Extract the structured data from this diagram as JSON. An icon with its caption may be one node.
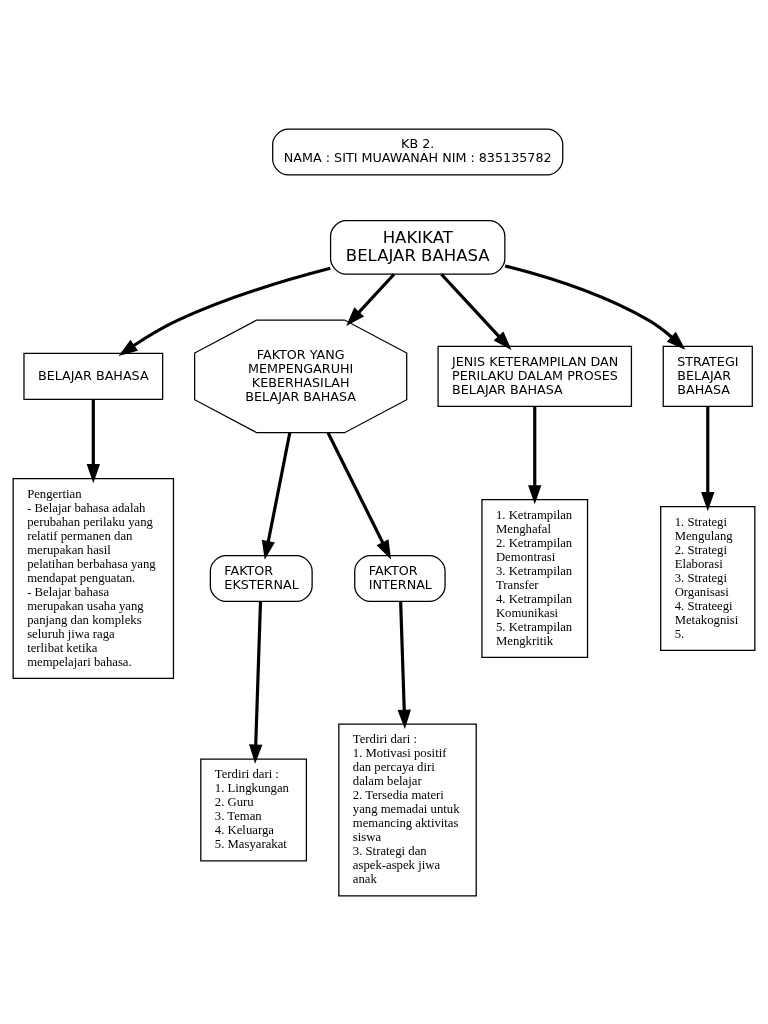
{
  "diagram": {
    "nodes": [
      {
        "text": [
          "KB 2.",
          "NAMA : SITI MUAWANAH NIM : 835135782"
        ]
      },
      {
        "text": [
          "HAKIKAT",
          "BELAJAR BAHASA"
        ]
      },
      {
        "text": [
          "BELAJAR BAHASA"
        ]
      },
      {
        "text": [
          "FAKTOR YANG MEMPENGARUHI KEBERHASILAH BELAJAR BAHASA"
        ]
      },
      {
        "text": [
          "JENIS KETERAMPILAN DAN PERILAKU DALAM PROSES BELAJAR BAHASA"
        ]
      },
      {
        "text": [
          "STRATEGI BELAJAR BAHASA"
        ]
      },
      {
        "text": [
          "Pengertian",
          "- Belajar bahasa adalah perubahan perilaku yang relatif permanen dan merupakan hasil pelatihan berbahasa yang mendapat penguatan.",
          "- Belajar bahasa merupakan usaha yang panjang dan kompleks seluruh jiwa raga terlibat ketika mempelajari bahasa."
        ]
      },
      {
        "text": [
          "FAKTOR EKSTERNAL"
        ]
      },
      {
        "text": [
          "FAKTOR INTERNAL"
        ]
      },
      {
        "text": [
          "Terdiri dari :",
          "1. Lingkungan",
          "2. Guru",
          "3. Teman",
          "4. Keluarga",
          "5. Masyarakat"
        ]
      },
      {
        "text": [
          "Terdiri dari :",
          "1. Motivasi positif dan percaya diri dalam belajar",
          "2. Tersedia materi yang memadai untuk memancing aktivitas siswa",
          "3. Strategi dan aspek-aspek jiwa anak"
        ]
      },
      {
        "text": [
          "1. Ketrampilan Menghafal",
          "2. Ketrampilan Demontrasi",
          "3. Ketrampilan Transfer",
          "4. Ketrampilan Komunikasi",
          "5. Ketrampilan Mengkritik"
        ]
      },
      {
        "text": [
          "1. Strategi Mengulang",
          "2. Strategi Elaborasi",
          "3. Strategi Organisasi",
          "4. Strateegi Metakognisi",
          "5."
        ]
      }
    ],
    "edges": [
      {
        "from": 1,
        "to": 2,
        "arrow": "to"
      },
      {
        "from": 1,
        "to": 3,
        "arrow": "to"
      },
      {
        "from": 1,
        "to": 4,
        "arrow": "to"
      },
      {
        "from": 1,
        "to": 5,
        "arrow": "to"
      },
      {
        "from": 2,
        "to": 6,
        "arrow": "to"
      },
      {
        "from": 3,
        "to": 7,
        "arrow": "to"
      },
      {
        "from": 3,
        "to": 8,
        "arrow": "to"
      },
      {
        "from": 7,
        "to": 9,
        "arrow": "to"
      },
      {
        "from": 8,
        "to": 10,
        "arrow": "to"
      },
      {
        "from": 4,
        "to": 11,
        "arrow": "to"
      },
      {
        "from": 5,
        "to": 12,
        "arrow": "to"
      }
    ]
  }
}
